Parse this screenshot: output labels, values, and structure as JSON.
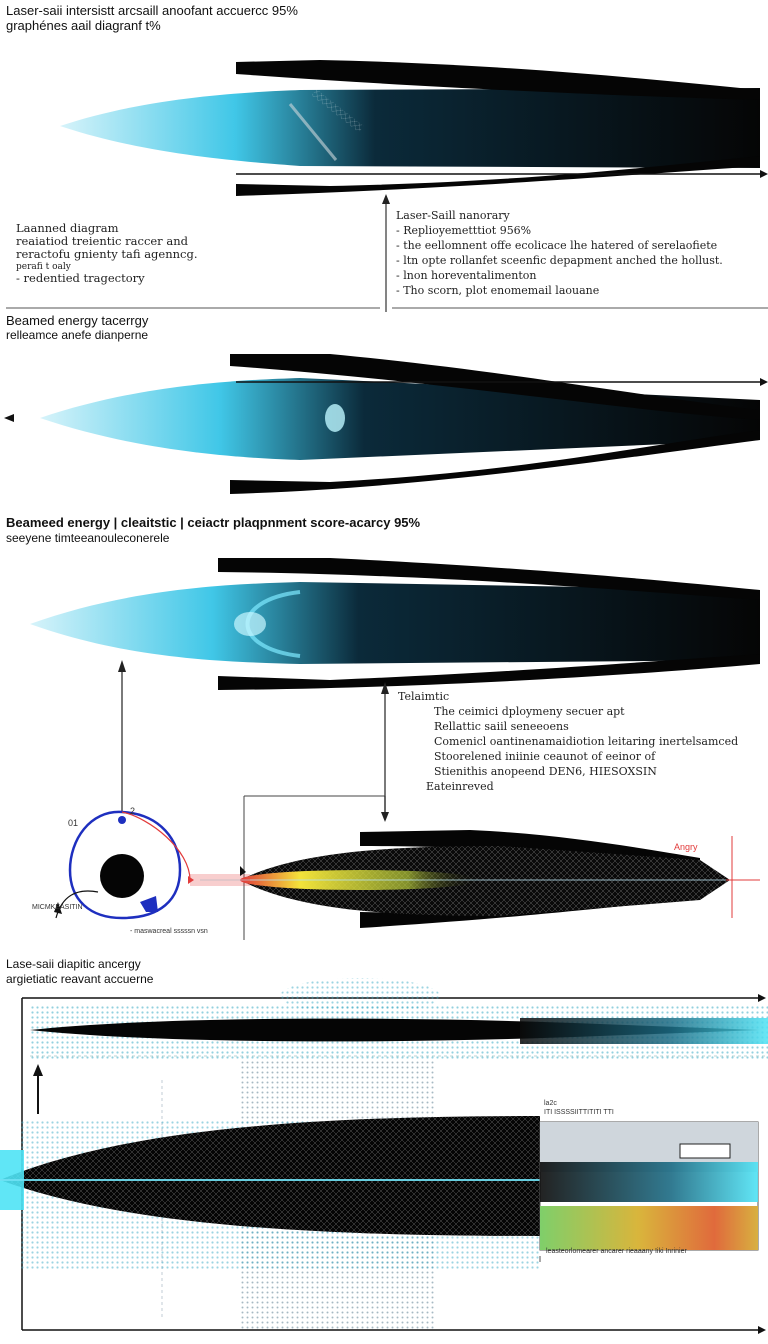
{
  "header": {
    "title_line1": "Laser-saii intersistt arcsaill anoofant accuercc 95%",
    "title_line2": "graphénes aail diagranf t%"
  },
  "panel1": {
    "legend": [
      "Laanned diagram",
      "reaiatiod treientic raccer and",
      "reractofu gnienty tafi agenncg.",
      "perafi t oaly",
      "- redentied tragectory"
    ],
    "notes_title": "Laser-Saill nanorary",
    "notes": [
      "- Replioyemetttiot 956%",
      "- the eellomnent offe ecolicace lhe hatered of serelaofiete",
      "- ltn opte rollanfet sceenfic depapment anched the hollust.",
      "- lnon horeventalimenton",
      "- Tho scorn, plot enomemail laouane"
    ]
  },
  "panel2": {
    "caption_line1": "Beamed energy tacerrgy",
    "caption_line2": "relleamce anefe dianperne"
  },
  "panel3": {
    "caption_line1": "Beameed  energy | cleaitstic | ceiactr plaqpnment score-acarcy 95%",
    "caption_line2": "seeyene timteeanouleconerele",
    "notes": [
      "Telaimtic",
      "The ceimici dploymeny secuer apt",
      "Rellattic saiil seneeoens",
      "Comenicl oantinenamaidiotion leitaring inertelsamced",
      "Stoorelened iniinie ceaunot of eeinor of",
      "Stienithis anopeend DEN6, HIESOXSIN",
      "Eateinreved"
    ],
    "orbit_label_1": "01",
    "orbit_label_2": "2",
    "orbit_caption": "MICMKEASITIN",
    "orbit_bottom": "- maswacreal sssssn vsn",
    "angle_label": "Angry"
  },
  "panel4": {
    "caption_line1": "Lase-saii diapitic ancergy",
    "caption_line2": "argietiatic reavant accuerne",
    "inset_title": "la2c",
    "inset_sub": "ITI ISSSSIITTITITI TTI",
    "inset_caption": "leasteorlomearer ancarer rieaaany  Iiki Inrinier"
  },
  "colors": {
    "beam": "#36c4e6",
    "beam_core": "#1a1fd0",
    "sail": "#050505",
    "accent_red": "#e23b3b",
    "orbit_blue": "#1e2fbf"
  }
}
